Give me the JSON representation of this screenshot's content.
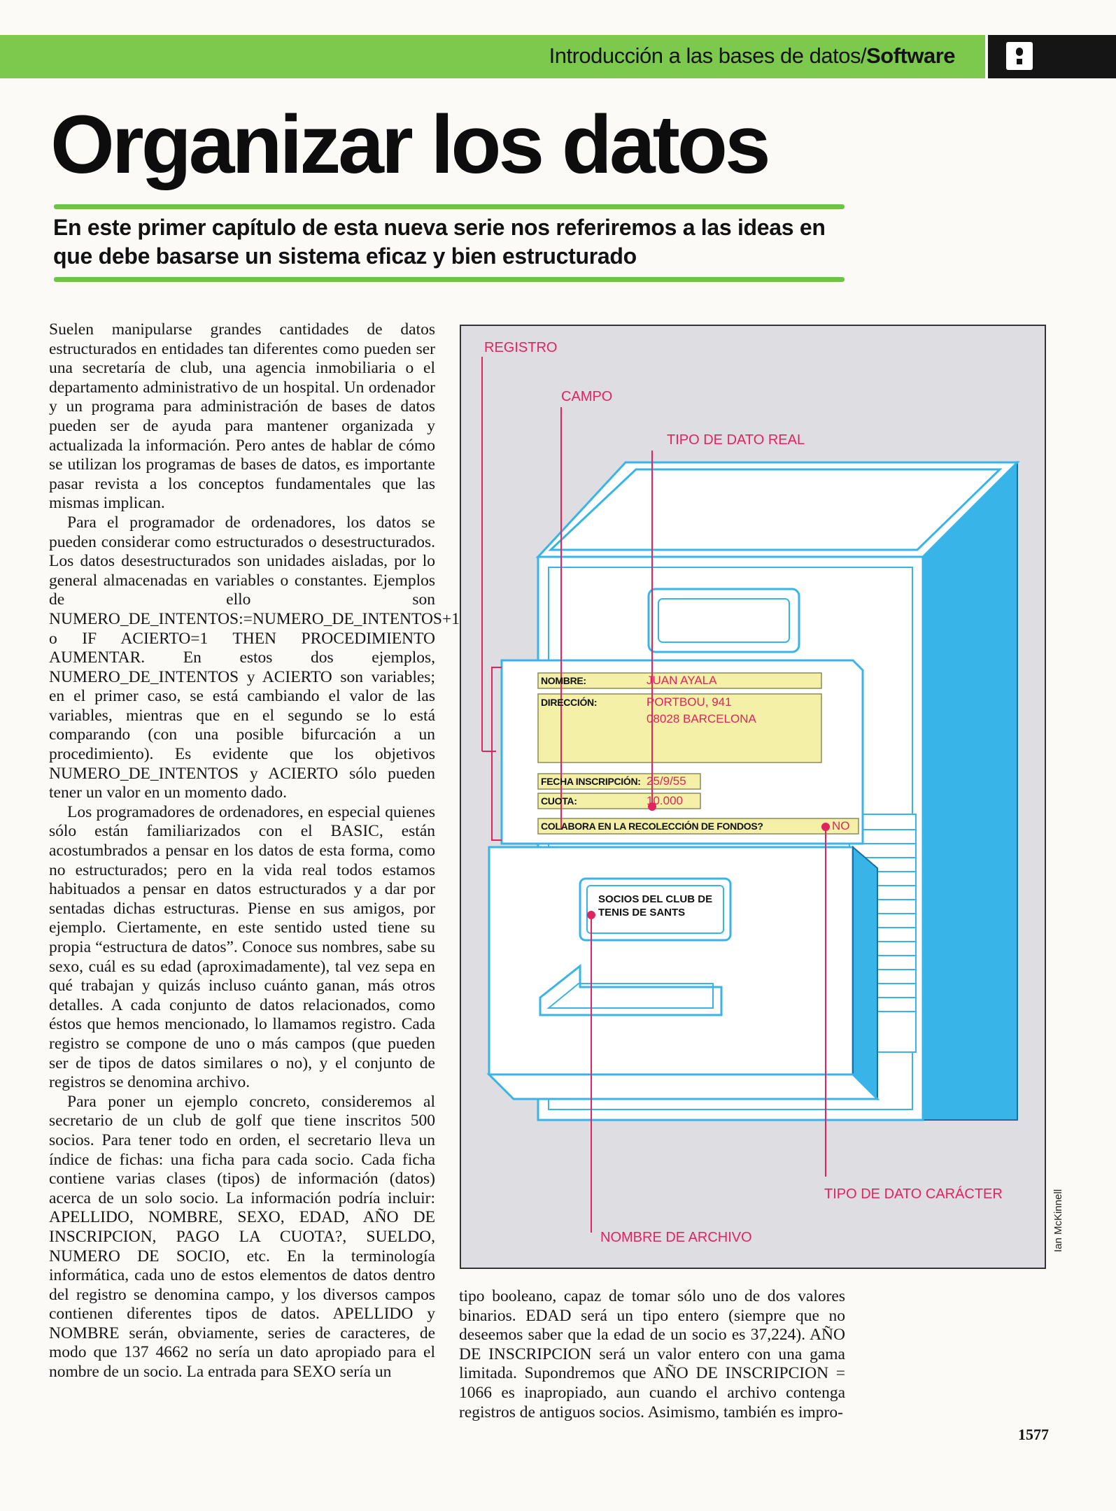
{
  "header": {
    "section_prefix": "Introducción a las bases de datos/",
    "section_bold": "Software",
    "icon": "floppy-disk-icon"
  },
  "title": "Organizar los datos",
  "subtitle": "En este primer capítulo de esta nueva serie nos referiremos a las ideas en que debe basarse un sistema eficaz y bien estructurado",
  "body_left": [
    "Suelen manipularse grandes cantidades de datos estructurados en entidades tan diferentes como pueden ser una secretaría de club, una agencia inmobiliaria o el departamento administrativo de un hospital. Un ordenador y un programa para administración de bases de datos pueden ser de ayuda para mantener organizada y actualizada la información. Pero antes de hablar de cómo se utilizan los programas de bases de datos, es importante pasar revista a los conceptos fundamentales que las mismas implican.",
    "Para el programador de ordenadores, los datos se pueden considerar como estructurados o desestructurados. Los datos desestructurados son unidades aisladas, por lo general almacenadas en variables o constantes. Ejemplos de ello son NUMERO_DE_INTENTOS:=NUMERO_DE_INTENTOS+1 o IF ACIERTO=1 THEN PROCEDIMIENTO AUMENTAR. En estos dos ejemplos, NUMERO_DE_INTENTOS y ACIERTO son variables; en el primer caso, se está cambiando el valor de las variables, mientras que en el segundo se lo está comparando (con una posible bifurcación a un procedimiento). Es evidente que los objetivos NUMERO_DE_INTENTOS y ACIERTO sólo pueden tener un valor en un momento dado.",
    "Los programadores de ordenadores, en especial quienes sólo están familiarizados con el BASIC, están acostumbrados a pensar en los datos de esta forma, como no estructurados; pero en la vida real todos estamos habituados a pensar en datos estructurados y a dar por sentadas dichas estructuras. Piense en sus amigos, por ejemplo. Ciertamente, en este sentido usted tiene su propia “estructura de datos”. Conoce sus nombres, sabe su sexo, cuál es su edad (aproximadamente), tal vez sepa en qué trabajan y quizás incluso cuánto ganan, más otros detalles. A cada conjunto de datos relacionados, como éstos que hemos mencionado, lo llamamos registro. Cada registro se compone de uno o más campos (que pueden ser de tipos de datos similares o no), y el conjunto de registros se denomina archivo.",
    "Para poner un ejemplo concreto, consideremos al secretario de un club de golf que tiene inscritos 500 socios. Para tener todo en orden, el secretario lleva un índice de fichas: una ficha para cada socio. Cada ficha contiene varias clases (tipos) de información (datos) acerca de un solo socio. La información podría incluir: APELLIDO, NOMBRE, SEXO, EDAD, AÑO DE INSCRIPCION, PAGO LA CUOTA?, SUELDO, NUMERO DE SOCIO, etc. En la terminología informática, cada uno de estos elementos de datos dentro del registro se denomina campo, y los diversos campos contienen diferentes tipos de datos. APELLIDO y NOMBRE serán, obviamente, series de caracteres, de modo que 137 4662 no sería un dato apropiado para el nombre de un socio. La entrada para SEXO sería un"
  ],
  "body_right": [
    "tipo booleano, capaz de tomar sólo uno de dos valores binarios. EDAD será un tipo entero (siempre que no deseemos saber que la edad de un socio es 37,224). AÑO DE INSCRIPCION será un valor entero con una gama limitada. Supondremos que AÑO DE INSCRIPCION = 1066 es inapropiado, aun cuando el archivo contenga registros de antiguos socios. Asimismo, también es impro-"
  ],
  "figure": {
    "labels": {
      "registro": "REGISTRO",
      "campo": "CAMPO",
      "tipo_real": "TIPO DE DATO REAL",
      "tipo_caracter": "TIPO DE DATO CARÁCTER",
      "nombre_archivo": "NOMBRE DE ARCHIVO"
    },
    "card": {
      "nombre_label": "NOMBRE:",
      "nombre_value": "JUAN AYALA",
      "direccion_label": "DIRECCIÓN:",
      "direccion_line1": "PORTBOU, 941",
      "direccion_line2": "08028   BARCELONA",
      "fecha_label": "FECHA INSCRIPCIÓN:",
      "fecha_value": "25/9/55",
      "cuota_label": "CUOTA:",
      "cuota_value": "10.000",
      "colabora_label": "COLABORA EN LA RECOLECCIÓN DE FONDOS?",
      "colabora_value": "NO"
    },
    "drawer_tag": "SOCIOS DEL CLUB DE TENIS DE SANTS",
    "colors": {
      "cabinet_side": "#38b4e8",
      "cabinet_front": "#ffffff",
      "card_field": "#f4f0a8",
      "callout": "#e0245e",
      "background": "#dedde2"
    }
  },
  "credit": "Ian McKinnell",
  "page_number": "1577"
}
